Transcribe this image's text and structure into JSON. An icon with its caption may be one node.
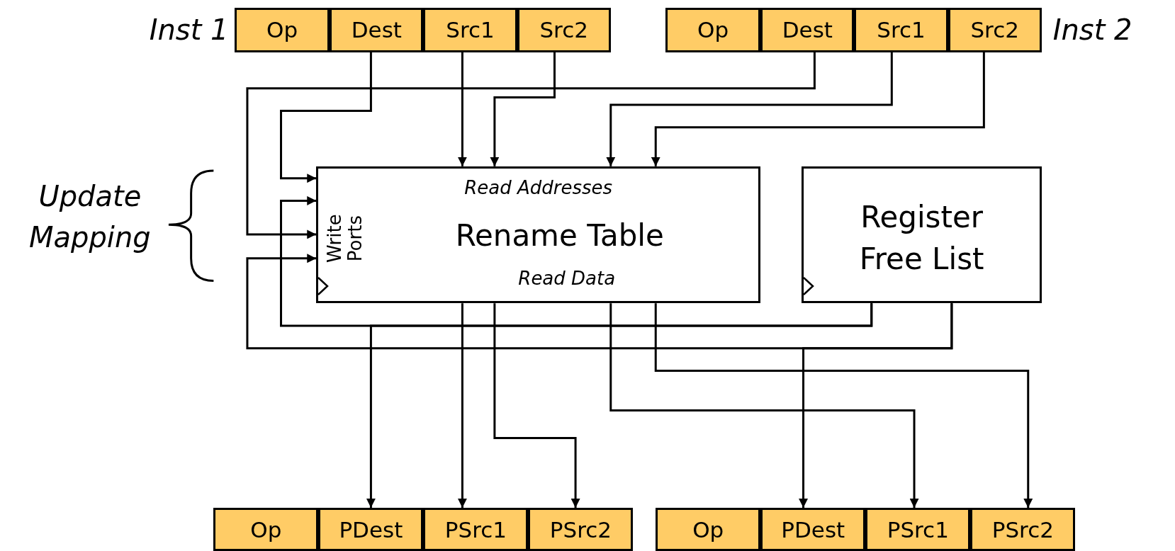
{
  "diagram": {
    "nodes": [
      {
        "text": [
          "Op"
        ],
        "beside": [
          "Inst 1"
        ]
      },
      {
        "text": [
          "Dest"
        ]
      },
      {
        "text": [
          "Src1"
        ]
      },
      {
        "text": [
          "Src2"
        ]
      },
      {
        "text": [
          "Op"
        ]
      },
      {
        "text": [
          "Dest"
        ]
      },
      {
        "text": [
          "Src1"
        ]
      },
      {
        "text": [
          "Src2"
        ],
        "beside": [
          "Inst 2"
        ]
      },
      {
        "text": [
          "Read Addresses",
          "Rename Table",
          "Read Data",
          "Write Ports"
        ]
      },
      {
        "text": [
          "Register Free List"
        ]
      },
      {
        "text": [
          "Op"
        ]
      },
      {
        "text": [
          "PDest"
        ]
      },
      {
        "text": [
          "PSrc1"
        ]
      },
      {
        "text": [
          "PSrc2"
        ]
      },
      {
        "text": [
          "Op"
        ]
      },
      {
        "text": [
          "PDest"
        ]
      },
      {
        "text": [
          "PSrc1"
        ]
      },
      {
        "text": [
          "PSrc2"
        ]
      }
    ],
    "edges": [
      {
        "from": 1,
        "to": 8,
        "arrow": "to"
      },
      {
        "from": 2,
        "to": 8,
        "arrow": "to"
      },
      {
        "from": 3,
        "to": 8,
        "arrow": "to"
      },
      {
        "from": 5,
        "to": 8,
        "arrow": "to"
      },
      {
        "from": 6,
        "to": 8,
        "arrow": "to"
      },
      {
        "from": 7,
        "to": 8,
        "arrow": "to"
      },
      {
        "from": 9,
        "to": 8,
        "arrow": "to"
      },
      {
        "from": 9,
        "to": 11,
        "arrow": "to"
      },
      {
        "from": 9,
        "to": 8,
        "arrow": "to"
      },
      {
        "from": 9,
        "to": 15,
        "arrow": "to"
      },
      {
        "from": 8,
        "to": 12,
        "arrow": "to"
      },
      {
        "from": 8,
        "to": 13,
        "arrow": "to"
      },
      {
        "from": 8,
        "to": 16,
        "arrow": "to"
      },
      {
        "from": 8,
        "to": 17,
        "arrow": "to"
      }
    ],
    "labels": [
      "Update Mapping"
    ]
  }
}
